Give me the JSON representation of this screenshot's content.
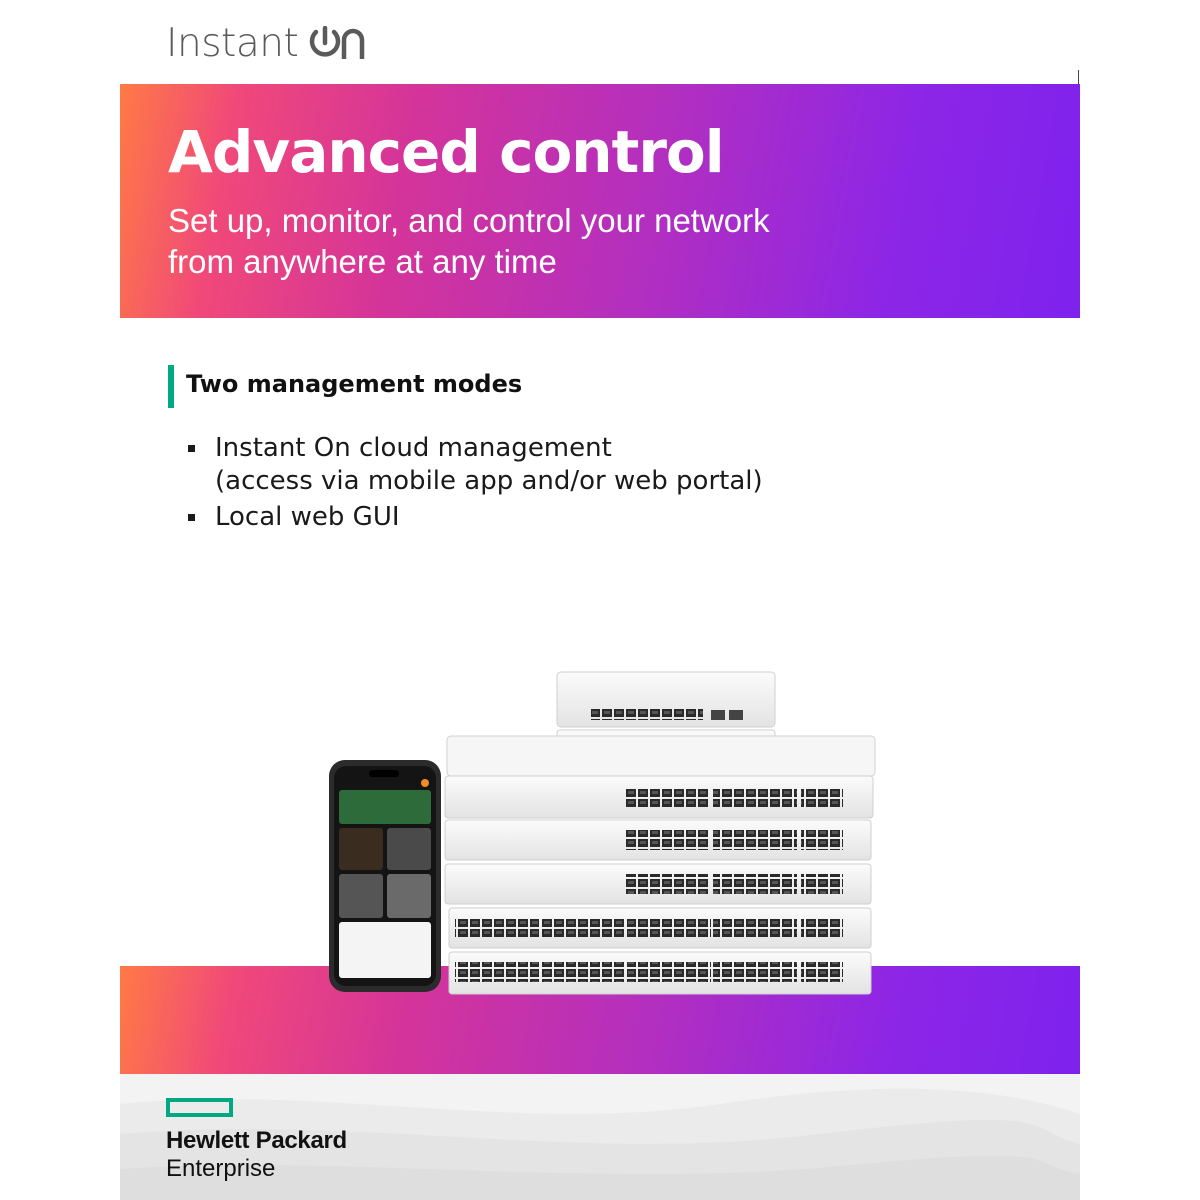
{
  "logo": {
    "text": "Instant",
    "icon": "power-on-icon",
    "icon_suffix": "n"
  },
  "banner": {
    "title": "Advanced control",
    "subtitle_line1": "Set up, monitor, and control your network",
    "subtitle_line2": "from anywhere at any time"
  },
  "section": {
    "title": "Two management modes"
  },
  "bullets": {
    "item1_line1": "Instant On cloud management",
    "item1_line2": "(access via mobile app and/or web portal)",
    "item2": "Local web GUI"
  },
  "footer": {
    "company_line1": "Hewlett Packard",
    "company_line2": "Enterprise"
  },
  "colors": {
    "accent_green": "#01a982",
    "gradient_start": "#ff7a45",
    "gradient_mid": "#d4349a",
    "gradient_end": "#7e22ee"
  }
}
